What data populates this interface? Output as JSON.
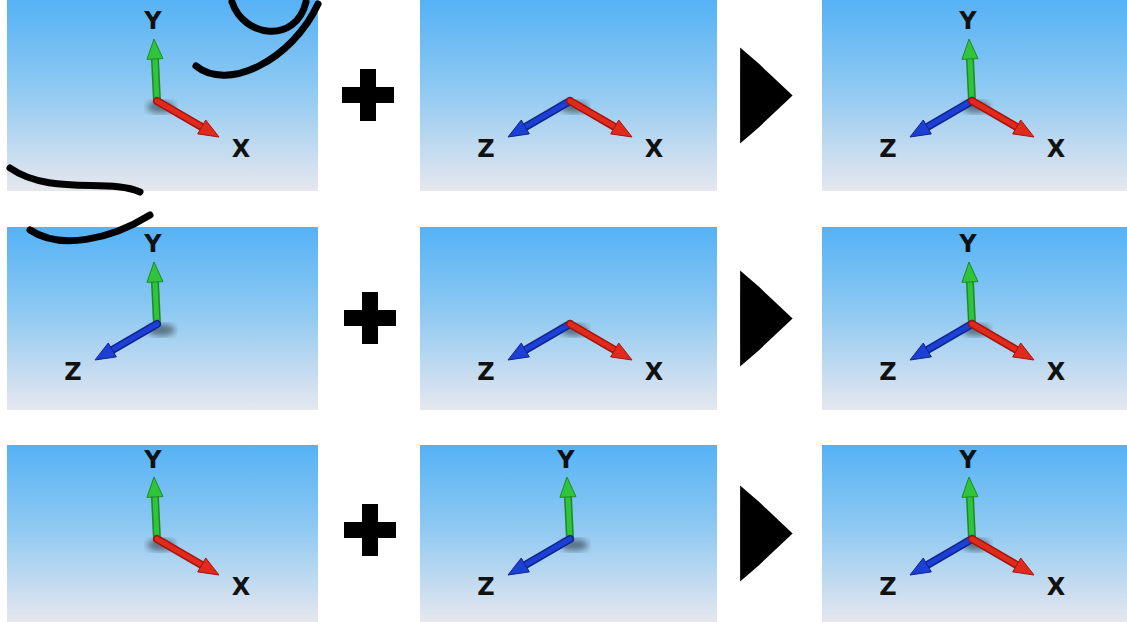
{
  "diagram": {
    "nodes": [
      {
        "text": [
          "Y",
          "X"
        ]
      },
      {
        "text": [
          "Z",
          "X"
        ]
      },
      {
        "text": [
          "Y",
          "Z",
          "X"
        ]
      },
      {
        "text": [
          "Y",
          "Z"
        ]
      },
      {
        "text": [
          "Z",
          "X"
        ]
      },
      {
        "text": [
          "Y",
          "Z",
          "X"
        ]
      },
      {
        "text": [
          "Y",
          "X"
        ]
      },
      {
        "text": [
          "Y",
          "Z"
        ]
      },
      {
        "text": [
          "Y",
          "Z",
          "X"
        ]
      }
    ],
    "edges": [
      {
        "from": 1,
        "to": 2,
        "arrow": "to"
      },
      {
        "from": 4,
        "to": 5,
        "arrow": "to"
      },
      {
        "from": 7,
        "to": 8,
        "arrow": "to"
      }
    ]
  }
}
